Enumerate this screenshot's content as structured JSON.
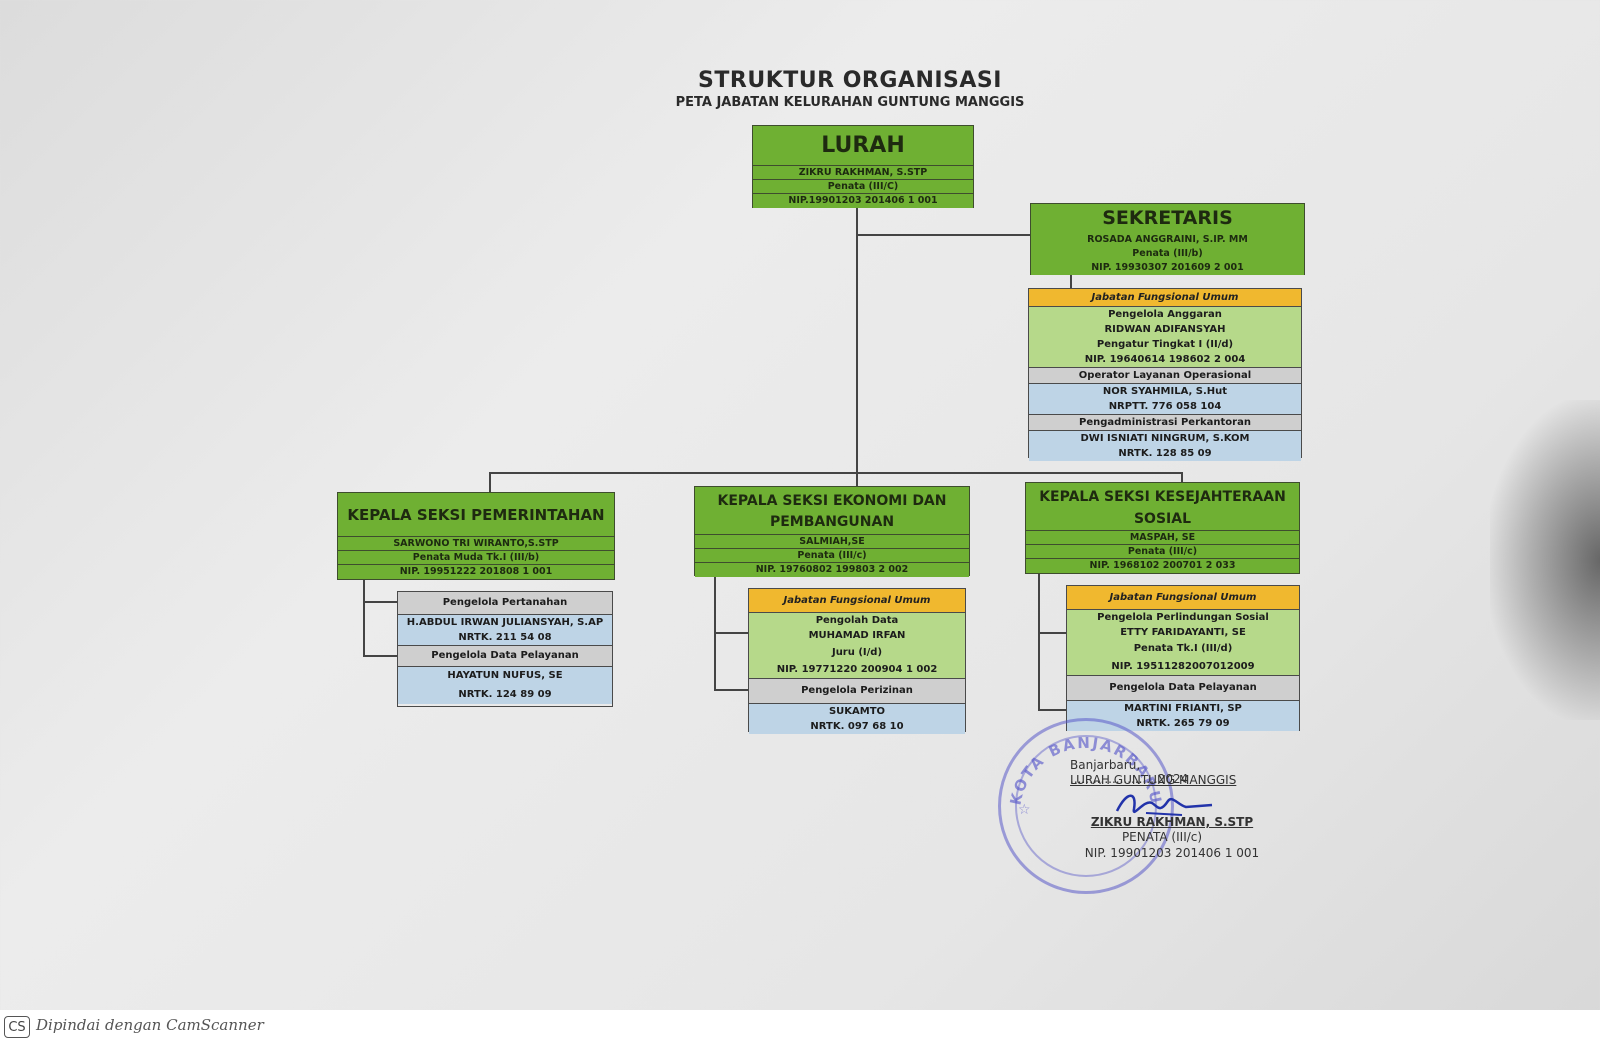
{
  "title": "STRUKTUR ORGANISASI",
  "subtitle": "PETA JABATAN KELURAHAN GUNTUNG MANGGIS",
  "lurah": {
    "title": "LURAH",
    "name": "ZIKRU RAKHMAN, S.STP",
    "rank": "Penata  (III/C)",
    "nip": "NIP.19901203 201406 1 001"
  },
  "sekretaris": {
    "title": "SEKRETARIS",
    "name": "ROSADA ANGGRAINI, S.IP. MM",
    "rank": "Penata (III/b)",
    "nip": "NIP. 19930307 201609 2 001",
    "staff": {
      "header": "Jabatan Fungsional Umum",
      "role1": "Pengelola Anggaran",
      "name1": "RIDWAN ADIFANSYAH",
      "rank1": "Pengatur Tingkat I (II/d)",
      "nip1": "NIP. 19640614 198602 2 004",
      "role2": "Operator Layanan Operasional",
      "name2": "NOR SYAHMILA, S.Hut",
      "nip2": "NRPTT. 776 058 104",
      "role3": "Pengadministrasi Perkantoran",
      "name3": "DWI ISNIATI NINGRUM, S.KOM",
      "nip3": "NRTK. 128 85 09"
    }
  },
  "seksi_pemerintahan": {
    "title": "KEPALA SEKSI PEMERINTAHAN",
    "name": "SARWONO TRI WIRANTO,S.STP",
    "rank": "Penata Muda Tk.I (III/b)",
    "nip": "NIP. 19951222 201808 1 001",
    "staff": {
      "role1": "Pengelola Pertanahan",
      "name1": "H.ABDUL IRWAN JULIANSYAH, S.AP",
      "nip1": "NRTK. 211 54 08",
      "role2": "Pengelola Data Pelayanan",
      "name2": "HAYATUN NUFUS, SE",
      "nip2": "NRTK. 124 89 09"
    }
  },
  "seksi_ekonomi": {
    "title_line1": "KEPALA SEKSI EKONOMI DAN",
    "title_line2": "PEMBANGUNAN",
    "name": "SALMIAH,SE",
    "rank": "Penata (III/c)",
    "nip": "NIP. 19760802 199803 2 002",
    "staff": {
      "header": "Jabatan Fungsional Umum",
      "role1": "Pengolah Data",
      "name1": "MUHAMAD IRFAN",
      "rank1": "Juru (I/d)",
      "nip1": "NIP. 19771220 200904 1 002",
      "role2": "Pengelola Perizinan",
      "name2": "SUKAMTO",
      "nip2": "NRTK. 097 68 10"
    }
  },
  "seksi_kesos": {
    "title_line1": "KEPALA SEKSI KESEJAHTERAAN",
    "title_line2": "SOSIAL",
    "name": "MASPAH, SE",
    "rank": "Penata (III/c)",
    "nip": "NIP. 1968102 200701 2 033",
    "staff": {
      "header": "Jabatan Fungsional Umum",
      "role1": "Pengelola Perlindungan Sosial",
      "name1": "ETTY FARIDAYANTI, SE",
      "rank1": "Penata Tk.I (III/d)",
      "nip1": "NIP. 19511282007012009",
      "role2": "Pengelola Data Pelayanan",
      "name2": "MARTINI FRIANTI, SP",
      "nip2": "NRTK. 265 79 09"
    }
  },
  "signature": {
    "place_date": "Banjarbaru, .......................2024",
    "position": "LURAH GUNTUNG MANGGIS",
    "name": "ZIKRU RAKHMAN, S.STP",
    "rank": "PENATA (III/c)",
    "nip": "NIP. 19901203 201406 1 001"
  },
  "stamp_text": "KOTA BANJARBARU",
  "footer": {
    "logo": "CS",
    "text": "Dipindai dengan CamScanner"
  }
}
